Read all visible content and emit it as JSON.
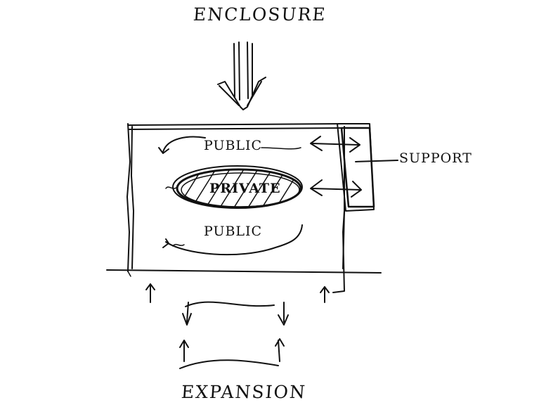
{
  "labels": {
    "enclosure": "ENCLOSURE",
    "expansion": "EXPANSION",
    "support": "SUPPORT",
    "public_top": "PUBLIC",
    "private": "PRIVATE",
    "public_bottom": "PUBLIC"
  },
  "colors": {
    "ink": "#111111",
    "paper": "#ffffff"
  }
}
